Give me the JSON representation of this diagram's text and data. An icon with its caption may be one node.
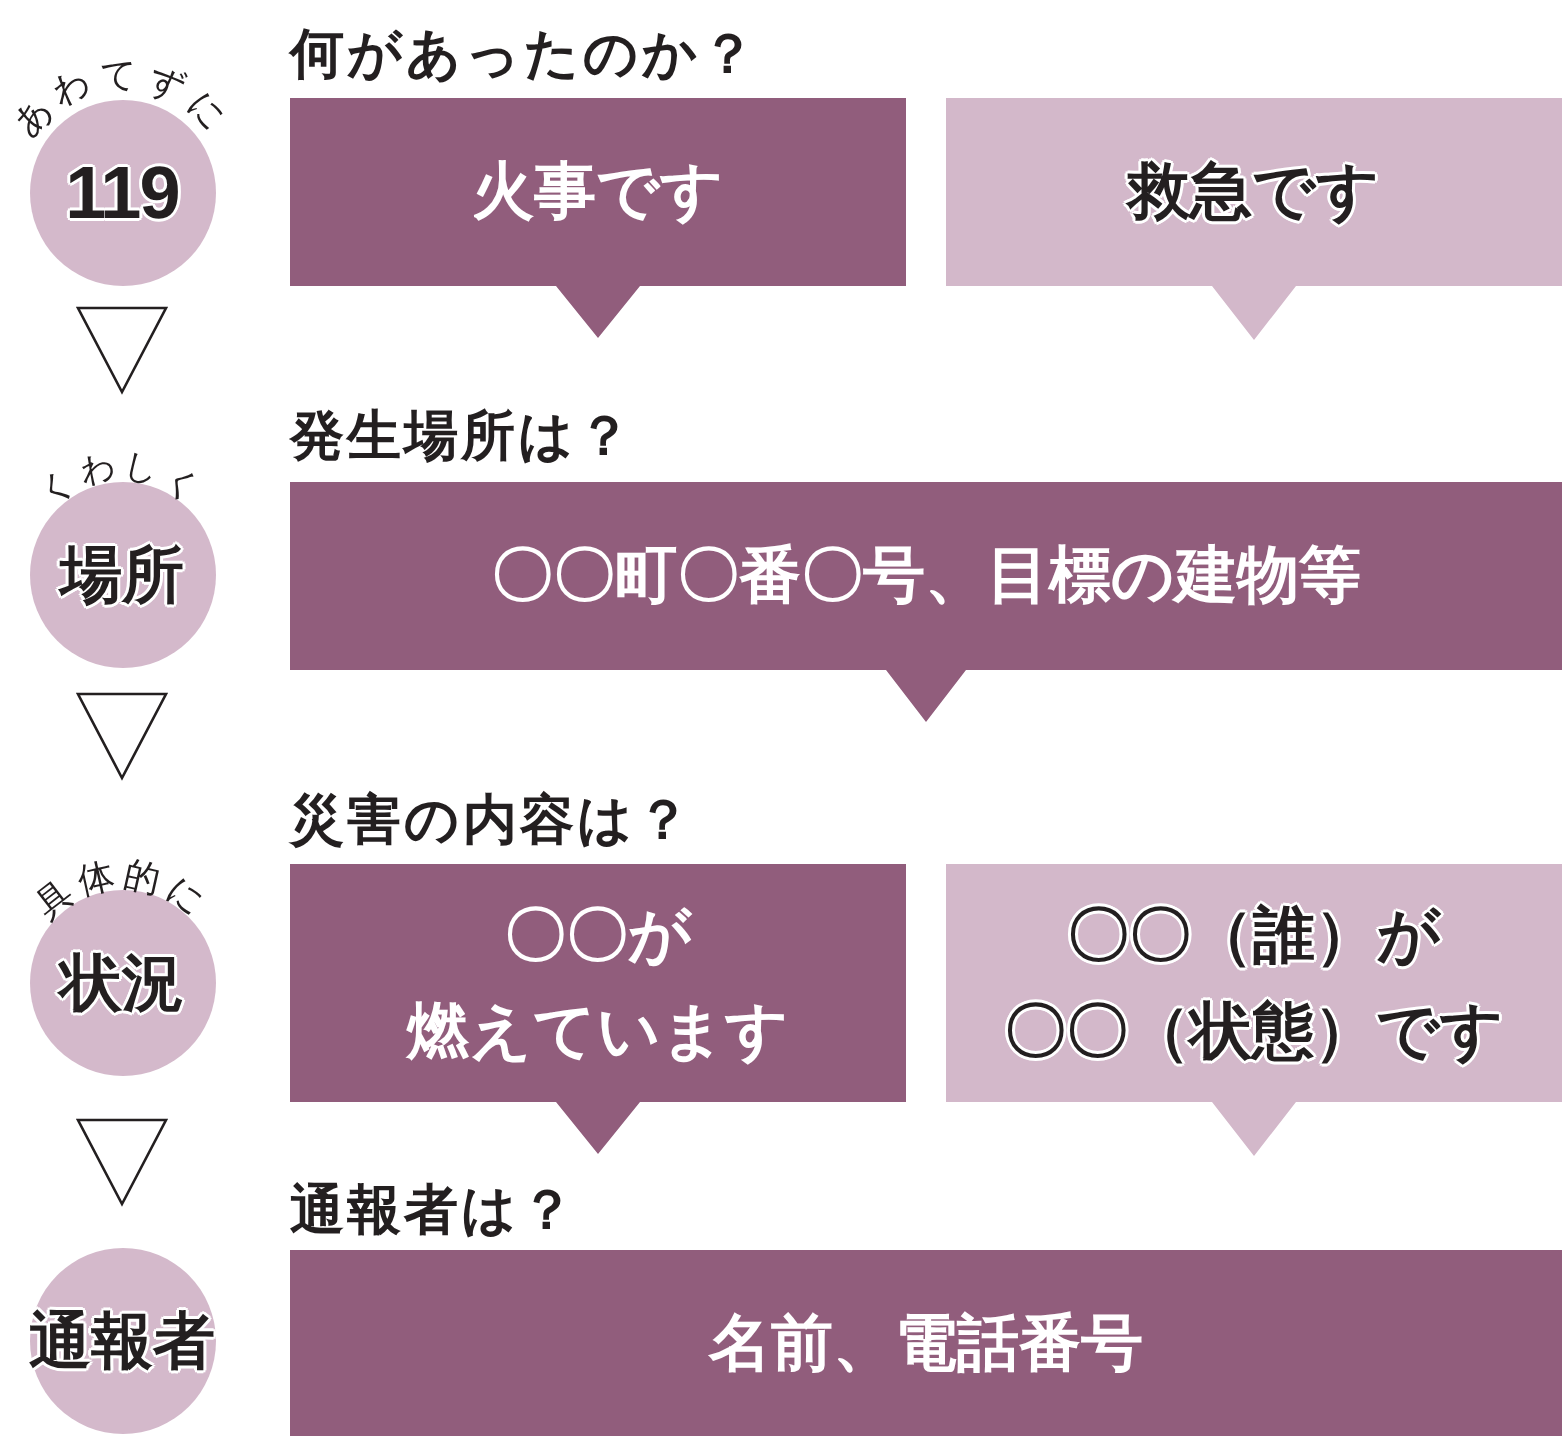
{
  "diagram": {
    "nodes": [
      {
        "text": [
          "あわてずに",
          "119"
        ]
      },
      {
        "text": [
          "火事です"
        ]
      },
      {
        "text": [
          "救急です"
        ]
      },
      {
        "text": [
          "くわしく",
          "場所"
        ]
      },
      {
        "text": [
          "〇〇町〇番〇号、目標の建物等"
        ]
      },
      {
        "text": [
          "具体的に",
          "状況"
        ]
      },
      {
        "text": [
          "〇〇が燃えています"
        ]
      },
      {
        "text": [
          "〇〇（誰）が〇〇（状態）です"
        ]
      },
      {
        "text": [
          "通報者"
        ]
      },
      {
        "text": [
          "名前、電話番号"
        ]
      }
    ],
    "edges": [
      {
        "from": 0,
        "to": 3,
        "arrow": "to"
      },
      {
        "from": 3,
        "to": 5,
        "arrow": "to"
      },
      {
        "from": 5,
        "to": 8,
        "arrow": "to"
      }
    ],
    "labels": [
      "何があったのか？",
      "発生場所は？",
      "災害の内容は？",
      "通報者は？"
    ]
  }
}
